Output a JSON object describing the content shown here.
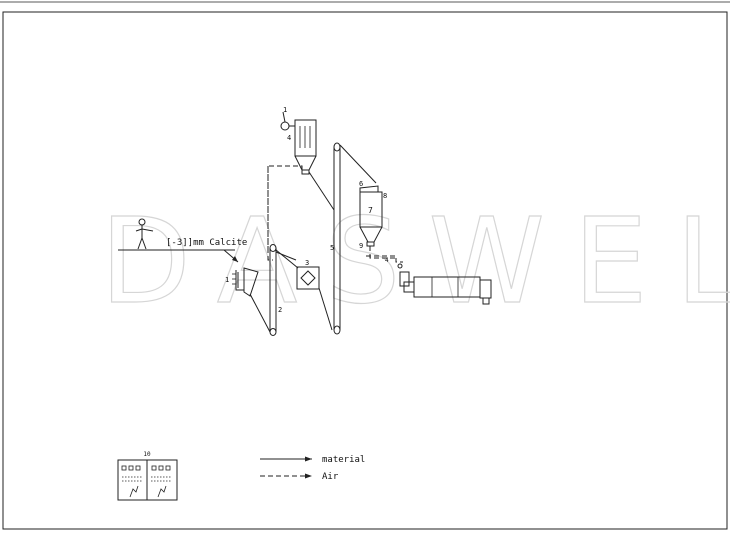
{
  "watermark": "DASWELL",
  "feed_label": "[-3]]mm Calcite",
  "numbers": {
    "n1": "1",
    "n2": "2",
    "n3": "3",
    "n4": "4",
    "n5": "5",
    "n6": "6",
    "n7": "7",
    "n8": "8",
    "n9": "9",
    "n10": "10"
  },
  "cabinet_label": "10",
  "legend": {
    "material": "material",
    "air": "Air"
  }
}
